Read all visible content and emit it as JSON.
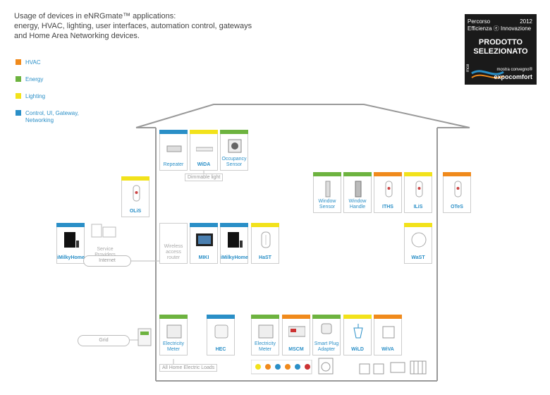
{
  "intro": {
    "line1": "Usage of devices in eNRGmate™ applications:",
    "line2": "energy, HVAC, lighting, user interfaces, automation control, gateways",
    "line3": "and Home Area Networking devices."
  },
  "legend": [
    {
      "label": "HVAC",
      "color": "#f08a1c"
    },
    {
      "label": "Energy",
      "color": "#6db33f"
    },
    {
      "label": "Lighting",
      "color": "#f2e21b"
    },
    {
      "label": "Control, UI, Gateway, Networking",
      "color": "#2a8fc7"
    }
  ],
  "badge": {
    "percorso": "Percorso",
    "year": "2012",
    "efficienza": "Efficienza ⓔ Innovazione",
    "prodotto": "PRODOTTO",
    "selezionato": "SELEZIONATO",
    "mce": "mce",
    "mostra": "mostra convegno®",
    "expocomfort": "expocomfort"
  },
  "devices": {
    "repeater": {
      "label": "Repeater",
      "color": "#2a8fc7"
    },
    "wida": {
      "label": "WiDA",
      "color": "#f2e21b"
    },
    "occupancy": {
      "label": "Occupancy Sensor",
      "color": "#6db33f"
    },
    "olis": {
      "label": "OLiS",
      "color": "#f2e21b"
    },
    "window_sensor": {
      "label": "Window Sensor",
      "color": "#6db33f"
    },
    "window_handle": {
      "label": "Window Handle",
      "color": "#6db33f"
    },
    "iths": {
      "label": "ITHS",
      "color": "#f08a1c"
    },
    "ilis": {
      "label": "ILiS",
      "color": "#f2e21b"
    },
    "otes": {
      "label": "OTeS",
      "color": "#f08a1c"
    },
    "imilky1": {
      "label": "iMilkyHome",
      "color": "#2a8fc7"
    },
    "miki": {
      "label": "MIKI",
      "color": "#2a8fc7"
    },
    "imilky2": {
      "label": "iMilkyHome",
      "color": "#2a8fc7"
    },
    "hast": {
      "label": "HaST",
      "color": "#f2e21b"
    },
    "wast": {
      "label": "WaST",
      "color": "#f2e21b"
    },
    "emeter1": {
      "label": "Electricity Meter",
      "color": "#6db33f"
    },
    "hec": {
      "label": "HEC",
      "color": "#2a8fc7"
    },
    "emeter2": {
      "label": "Electricity Meter",
      "color": "#6db33f"
    },
    "mscm": {
      "label": "MSCM",
      "color": "#f08a1c"
    },
    "smartplug": {
      "label": "Smart Plug Adapter",
      "color": "#6db33f"
    },
    "wild": {
      "label": "WiLD",
      "color": "#f2e21b"
    },
    "wiva": {
      "label": "WiVA",
      "color": "#f08a1c"
    }
  },
  "gray": {
    "service_providers": "Service Providers",
    "internet": "Internet",
    "wireless_router": "Wireless access router",
    "dimmable": "Dimmable light",
    "grid": "Grid",
    "all_loads": "All Home Electric Loads"
  }
}
